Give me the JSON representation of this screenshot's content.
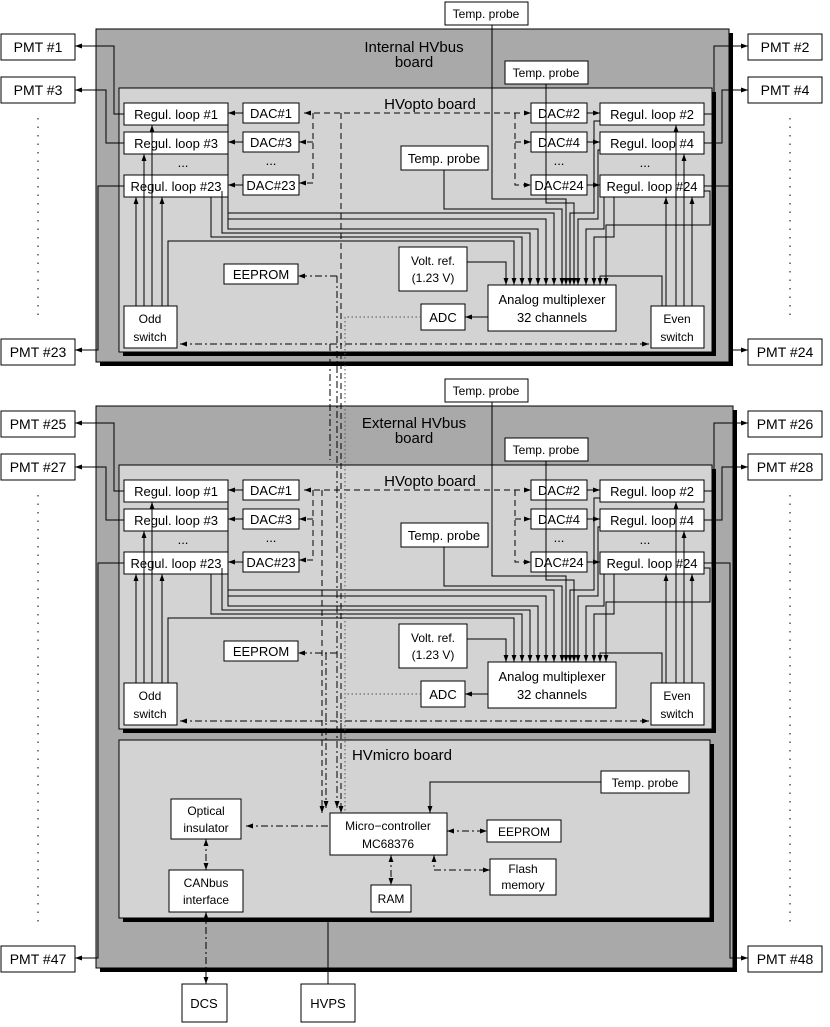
{
  "pmt": {
    "p1": "PMT #1",
    "p2": "PMT #2",
    "p3": "PMT #3",
    "p4": "PMT #4",
    "p23": "PMT #23",
    "p24": "PMT #24",
    "p25": "PMT #25",
    "p26": "PMT #26",
    "p27": "PMT #27",
    "p28": "PMT #28",
    "p47": "PMT #47",
    "p48": "PMT #48"
  },
  "internal_bus": {
    "line1": "Internal HVbus",
    "line2": "board"
  },
  "external_bus": {
    "line1": "External HVbus",
    "line2": "board"
  },
  "hvopto": {
    "title": "HVopto board",
    "regul_1": "Regul. loop #1",
    "regul_3": "Regul. loop #3",
    "regul_23": "Regul. loop #23",
    "regul_2": "Regul. loop #2",
    "regul_4": "Regul. loop #4",
    "regul_24": "Regul. loop #24",
    "dac_1": "DAC#1",
    "dac_3": "DAC#3",
    "dac_23": "DAC#23",
    "dac_2": "DAC#2",
    "dac_4": "DAC#4",
    "dac_24": "DAC#24",
    "ellipsis": "...",
    "temp_probe": "Temp. probe",
    "eeprom": "EEPROM",
    "volt_ref_1": "Volt. ref.",
    "volt_ref_2": "(1.23 V)",
    "adc": "ADC",
    "mux_1": "Analog multiplexer",
    "mux_2": "32 channels",
    "odd_1": "Odd",
    "odd_2": "switch",
    "even_1": "Even",
    "even_2": "switch"
  },
  "hvmicro": {
    "title": "HVmicro board",
    "temp_probe": "Temp. probe",
    "optical_1": "Optical",
    "optical_2": "insulator",
    "mcu_1": "Micro−controller",
    "mcu_2": "MC68376",
    "eeprom": "EEPROM",
    "flash_1": "Flash",
    "flash_2": "memory",
    "canbus_1": "CANbus",
    "canbus_2": "interface",
    "ram": "RAM"
  },
  "external": {
    "dcs": "DCS",
    "hvps": "HVPS"
  },
  "colors": {
    "bus_board": "#a9a9a9",
    "inner_board": "#d3d3d3",
    "shadow": "#000000",
    "box": "#ffffff"
  }
}
